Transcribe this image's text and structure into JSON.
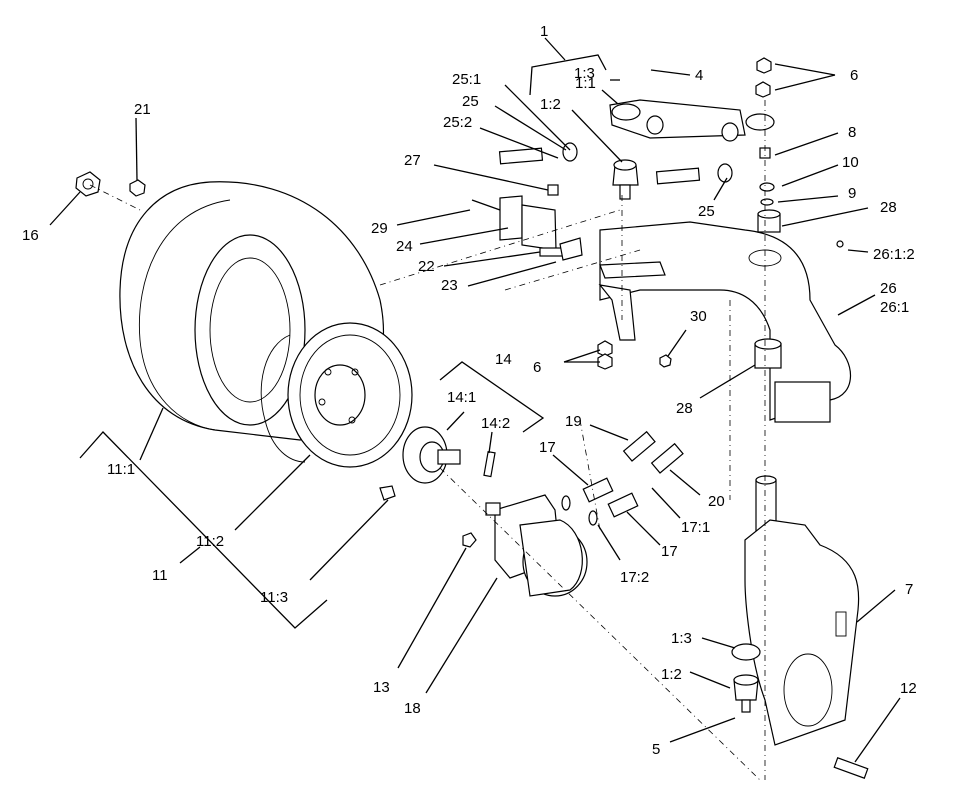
{
  "callouts": [
    {
      "id": "c-1",
      "text": "1"
    },
    {
      "id": "c-1-1",
      "text": "1:1"
    },
    {
      "id": "c-1-2-top",
      "text": "1:2"
    },
    {
      "id": "c-1-3-top",
      "text": "1:3"
    },
    {
      "id": "c-4",
      "text": "4"
    },
    {
      "id": "c-6-top",
      "text": "6"
    },
    {
      "id": "c-25-1",
      "text": "25:1"
    },
    {
      "id": "c-25-top",
      "text": "25"
    },
    {
      "id": "c-25-2",
      "text": "25:2"
    },
    {
      "id": "c-8",
      "text": "8"
    },
    {
      "id": "c-10",
      "text": "10"
    },
    {
      "id": "c-9",
      "text": "9"
    },
    {
      "id": "c-28-top",
      "text": "28"
    },
    {
      "id": "c-27",
      "text": "27"
    },
    {
      "id": "c-25-mid",
      "text": "25"
    },
    {
      "id": "c-21",
      "text": "21"
    },
    {
      "id": "c-16",
      "text": "16"
    },
    {
      "id": "c-29",
      "text": "29"
    },
    {
      "id": "c-24",
      "text": "24"
    },
    {
      "id": "c-22",
      "text": "22"
    },
    {
      "id": "c-23",
      "text": "23"
    },
    {
      "id": "c-26-1-2",
      "text": "26:1:2"
    },
    {
      "id": "c-26",
      "text": "26"
    },
    {
      "id": "c-26-1",
      "text": "26:1"
    },
    {
      "id": "c-30",
      "text": "30"
    },
    {
      "id": "c-6-mid",
      "text": "6"
    },
    {
      "id": "c-14",
      "text": "14"
    },
    {
      "id": "c-14-1",
      "text": "14:1"
    },
    {
      "id": "c-14-2",
      "text": "14:2"
    },
    {
      "id": "c-28-mid",
      "text": "28"
    },
    {
      "id": "c-19",
      "text": "19"
    },
    {
      "id": "c-17-a",
      "text": "17"
    },
    {
      "id": "c-20",
      "text": "20"
    },
    {
      "id": "c-17-1",
      "text": "17:1"
    },
    {
      "id": "c-17-b",
      "text": "17"
    },
    {
      "id": "c-17-2",
      "text": "17:2"
    },
    {
      "id": "c-11-1",
      "text": "11:1"
    },
    {
      "id": "c-11-2",
      "text": "11:2"
    },
    {
      "id": "c-11",
      "text": "11"
    },
    {
      "id": "c-11-3",
      "text": "11:3"
    },
    {
      "id": "c-7",
      "text": "7"
    },
    {
      "id": "c-1-3-bot",
      "text": "1:3"
    },
    {
      "id": "c-1-2-bot",
      "text": "1:2"
    },
    {
      "id": "c-12",
      "text": "12"
    },
    {
      "id": "c-13",
      "text": "13"
    },
    {
      "id": "c-18",
      "text": "18"
    },
    {
      "id": "c-5",
      "text": "5"
    }
  ]
}
